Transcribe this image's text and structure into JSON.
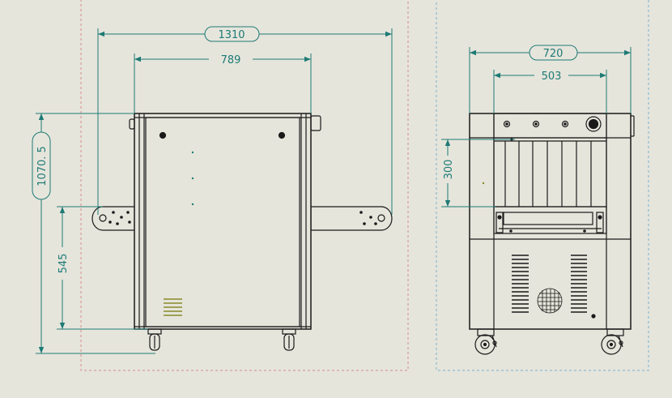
{
  "colors": {
    "background": "#e5e5dc",
    "dimension": "#1e7a75",
    "outline": "#1a1a1a",
    "frame_red": "#d98a8a",
    "frame_blue": "#7ab0cc",
    "vent_yellow": "#8a8a2a"
  },
  "front_view": {
    "dimensions": {
      "overall_width": "1310",
      "body_width": "789",
      "overall_height": "1070. 5",
      "conveyor_height": "545"
    }
  },
  "side_view": {
    "dimensions": {
      "overall_width": "720",
      "tunnel_width": "503",
      "tunnel_height": "300"
    }
  }
}
